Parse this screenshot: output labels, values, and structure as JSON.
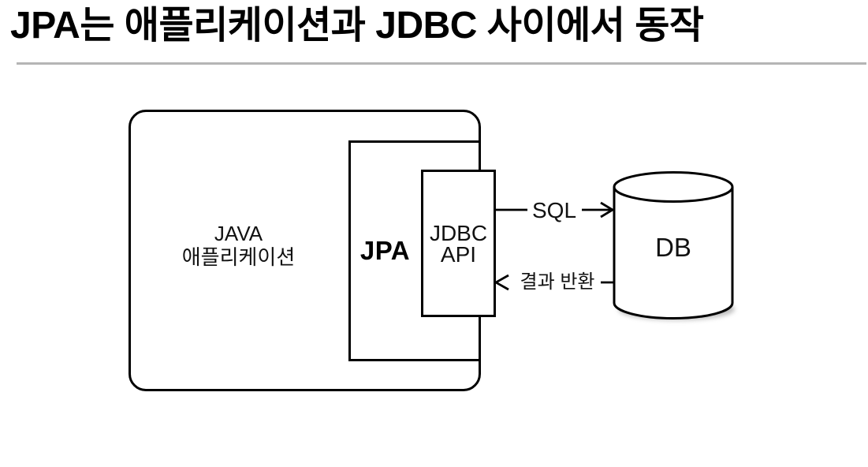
{
  "slide": {
    "title": "JPA는 애플리케이션과 JDBC 사이에서 동작"
  },
  "diagram": {
    "java_app": {
      "name_line1": "JAVA",
      "name_line2": "애플리케이션"
    },
    "jpa": {
      "label": "JPA"
    },
    "jdbc_api": {
      "line1": "JDBC",
      "line2": "API"
    },
    "db": {
      "label": "DB"
    },
    "flow": {
      "request_label": "SQL",
      "response_label": "결과 반환"
    }
  },
  "colors": {
    "background": "#ffffff",
    "stroke": "#000000",
    "divider": "#b5b5b5",
    "text": "#111111",
    "cylinder_shadow": "#8a8a8a"
  }
}
